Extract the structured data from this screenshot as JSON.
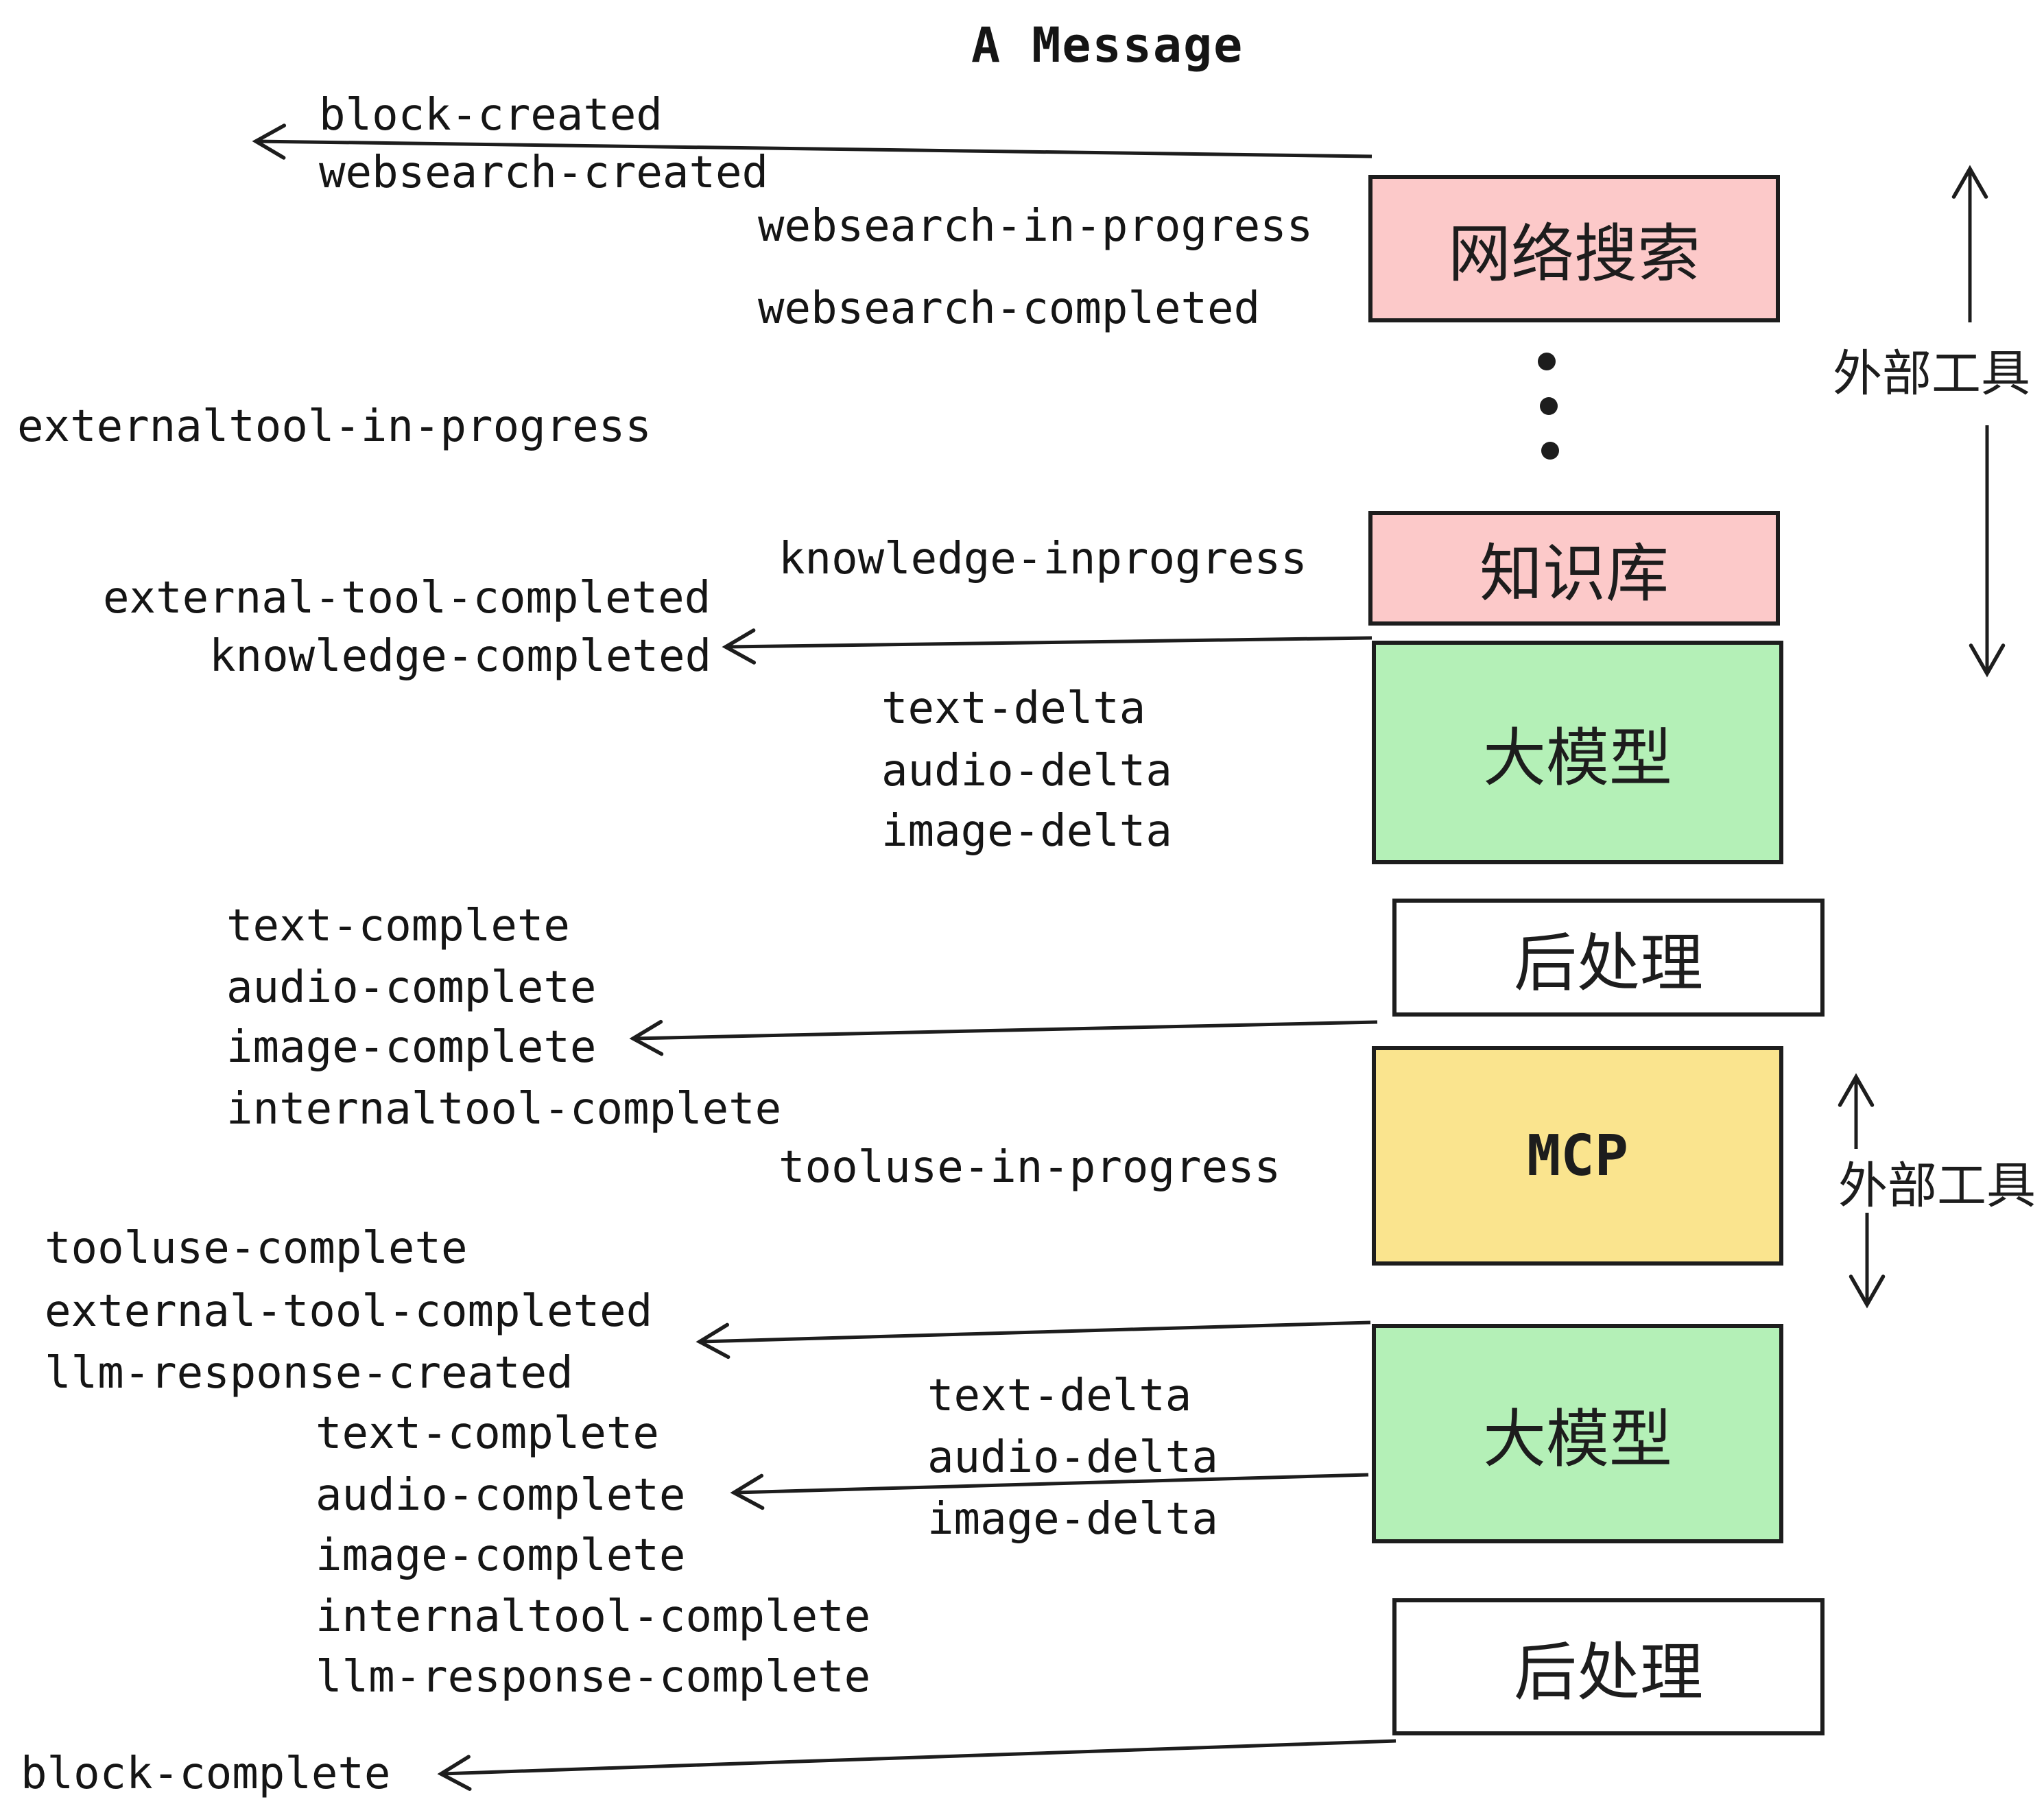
{
  "title": "A Message",
  "colors": {
    "pink": "#FCC9C9",
    "green": "#B4F0B7",
    "yellow": "#FAE48E",
    "white": "#FFFFFF",
    "border": "#1D1D1D",
    "ink": "#151515"
  },
  "pipeline": {
    "boxes": [
      {
        "id": "websearch",
        "label": "网络搜索",
        "fill": "#FCC9C9"
      },
      {
        "id": "knowledge",
        "label": "知识库",
        "fill": "#FCC9C9"
      },
      {
        "id": "llm-1",
        "label": "大模型",
        "fill": "#B4F0B7"
      },
      {
        "id": "postprocess-1",
        "label": "后处理",
        "fill": "#FFFFFF"
      },
      {
        "id": "mcp",
        "label": "MCP",
        "fill": "#FAE48E"
      },
      {
        "id": "llm-2",
        "label": "大模型",
        "fill": "#B4F0B7"
      },
      {
        "id": "postprocess-2",
        "label": "后处理",
        "fill": "#FFFFFF"
      }
    ],
    "ellipsis_dots": 3
  },
  "side_annotations": [
    {
      "id": "external-tools-top",
      "label": "外部工具"
    },
    {
      "id": "external-tools-bottom",
      "label": "外部工具"
    }
  ],
  "events": [
    "block-created",
    "websearch-created",
    "websearch-in-progress",
    "websearch-completed",
    "externaltool-in-progress",
    "knowledge-inprogress",
    "external-tool-completed",
    "knowledge-completed",
    "text-delta",
    "audio-delta",
    "image-delta",
    "text-complete",
    "audio-complete",
    "image-complete",
    "internaltool-complete",
    "tooluse-in-progress",
    "tooluse-complete",
    "external-tool-completed",
    "llm-response-created",
    "text-complete",
    "audio-complete",
    "image-complete",
    "internaltool-complete",
    "llm-response-complete",
    "text-delta",
    "audio-delta",
    "image-delta",
    "block-complete"
  ]
}
